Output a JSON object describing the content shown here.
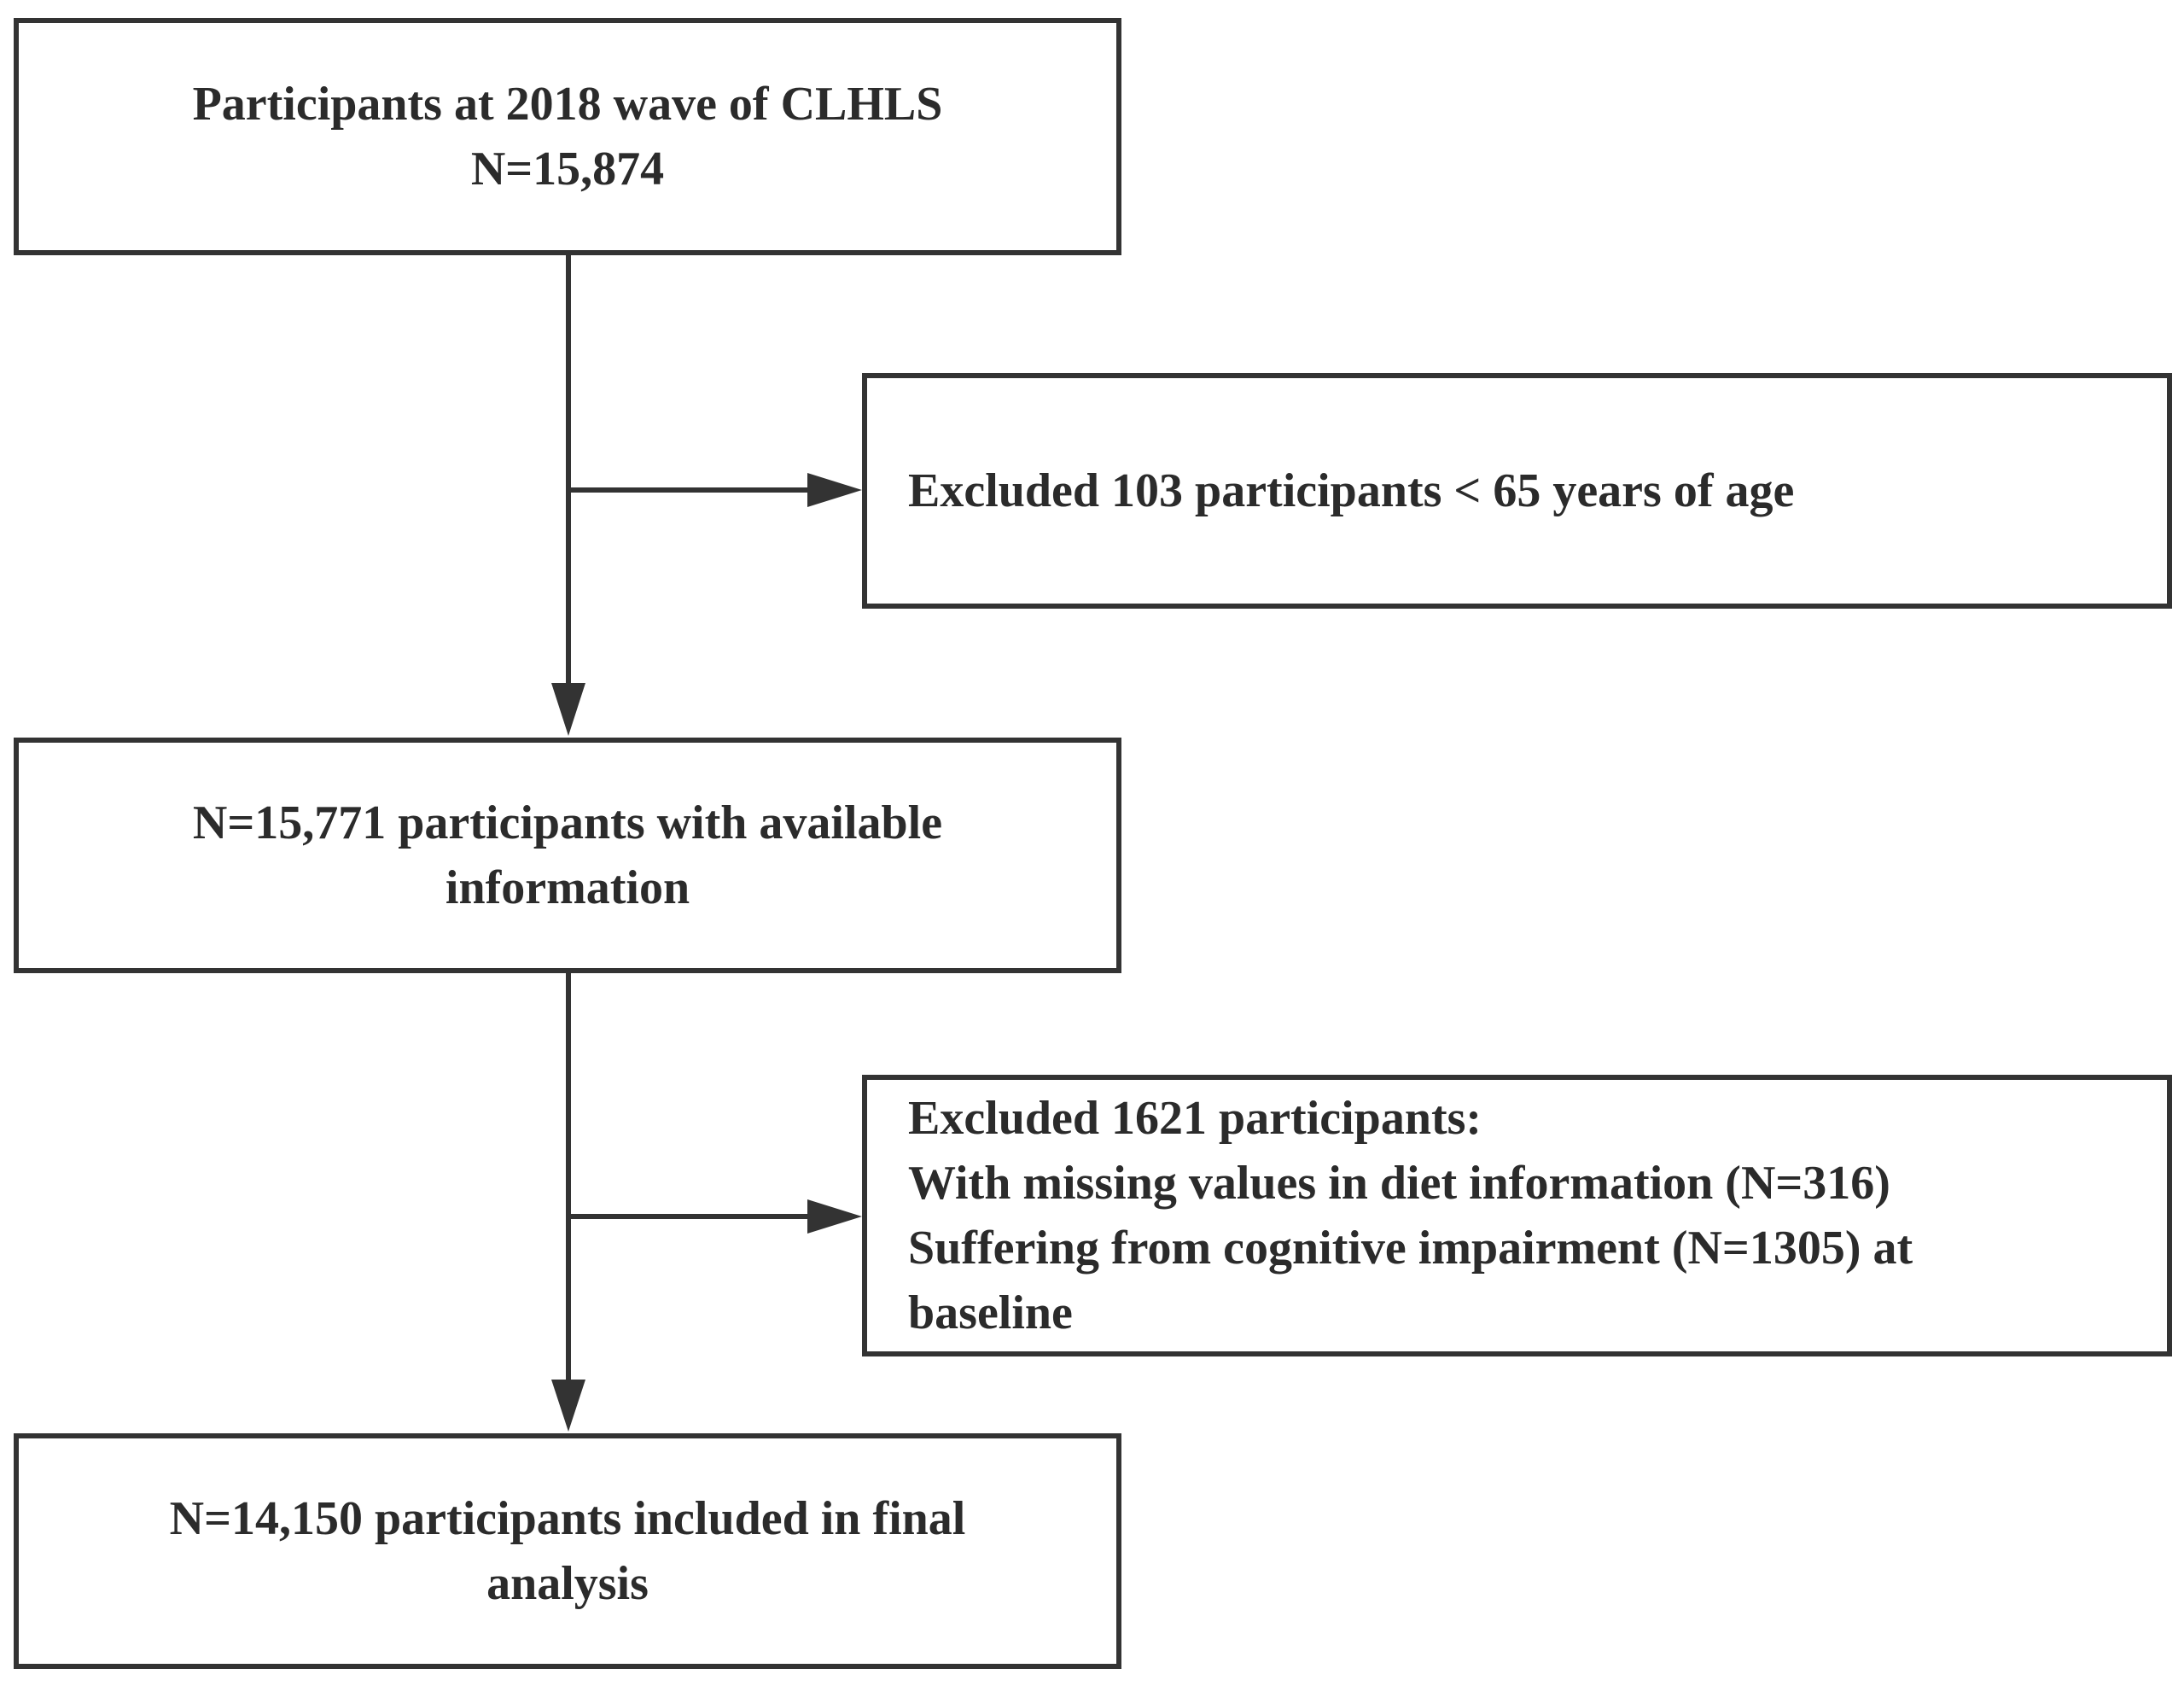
{
  "boxes": {
    "participants_2018": {
      "lines": [
        "Participants at 2018 wave of CLHLS",
        "N=15,874"
      ]
    },
    "excluded_age": {
      "lines": [
        "Excluded 103 participants < 65 years of age"
      ]
    },
    "available_info": {
      "lines": [
        "N=15,771 participants with available",
        "information"
      ]
    },
    "excluded_missing": {
      "lines": [
        "Excluded 1621 participants:",
        "With missing values in diet information (N=316)",
        "Suffering from cognitive impairment (N=1305) at",
        "baseline"
      ]
    },
    "final_analysis": {
      "lines": [
        "N=14,150 participants included in final",
        "analysis"
      ]
    }
  },
  "colors": {
    "line": "#333333",
    "text": "#2b2b2b",
    "background": "#ffffff"
  }
}
